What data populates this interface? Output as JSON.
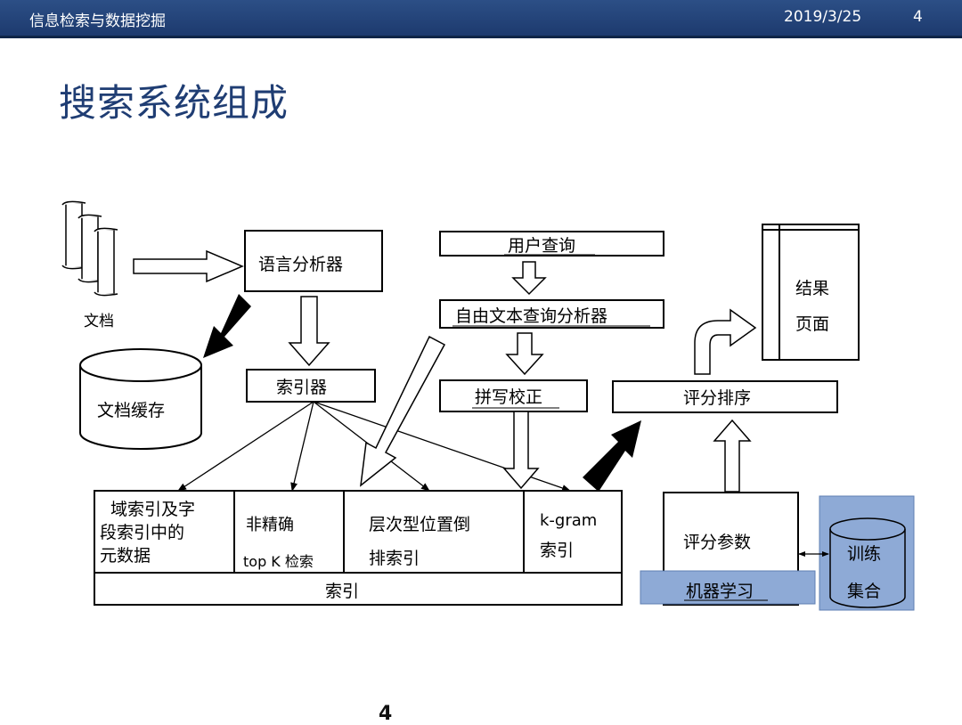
{
  "header": {
    "course": "信息检索与数据挖掘",
    "date": "2019/3/25",
    "page": "4"
  },
  "slide": {
    "title": "搜索系统组成",
    "footer_number": "4"
  },
  "diagram": {
    "documents": "文档",
    "doc_cache": "文档缓存",
    "language_analyzer": "语言分析器",
    "indexer": "索引器",
    "user_query": "用户查询",
    "free_text_query_parser": "自由文本查询分析器",
    "spell_correction": "拼写校正",
    "scoring_ranking": "评分排序",
    "result_page_line1": "结果",
    "result_page_line2": "页面",
    "zone_index_line1": "域索引及字",
    "zone_index_line2": "段索引中的",
    "zone_index_line3": "元数据",
    "inexact_line1": "非精确",
    "inexact_line2": "top K 检索",
    "tiered_line1": "层次型位置倒",
    "tiered_line2": "排索引",
    "kgram_line1": "k-gram",
    "kgram_line2": "索引",
    "index_label": "索引",
    "scoring_params": "评分参数",
    "machine_learning": "机器学习",
    "training_line1": "训练",
    "training_line2": "集合"
  },
  "colors": {
    "header_bg": "#1d3a6e",
    "title_text": "#1f3d73",
    "highlight_fill": "#8eaad6"
  }
}
